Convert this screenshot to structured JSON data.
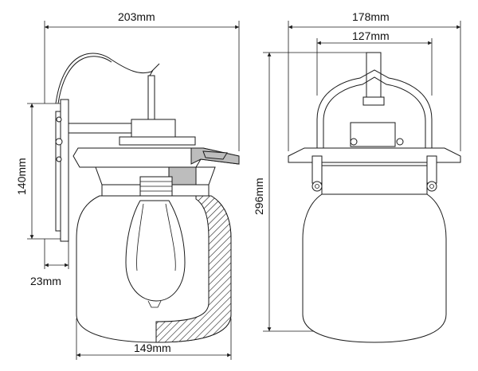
{
  "dimensions": {
    "side_width": "203mm",
    "front_width": "178mm",
    "canopy_width": "127mm",
    "backplate_height": "140mm",
    "total_height": "296mm",
    "projection": "23mm",
    "glass_diameter": "149mm"
  }
}
